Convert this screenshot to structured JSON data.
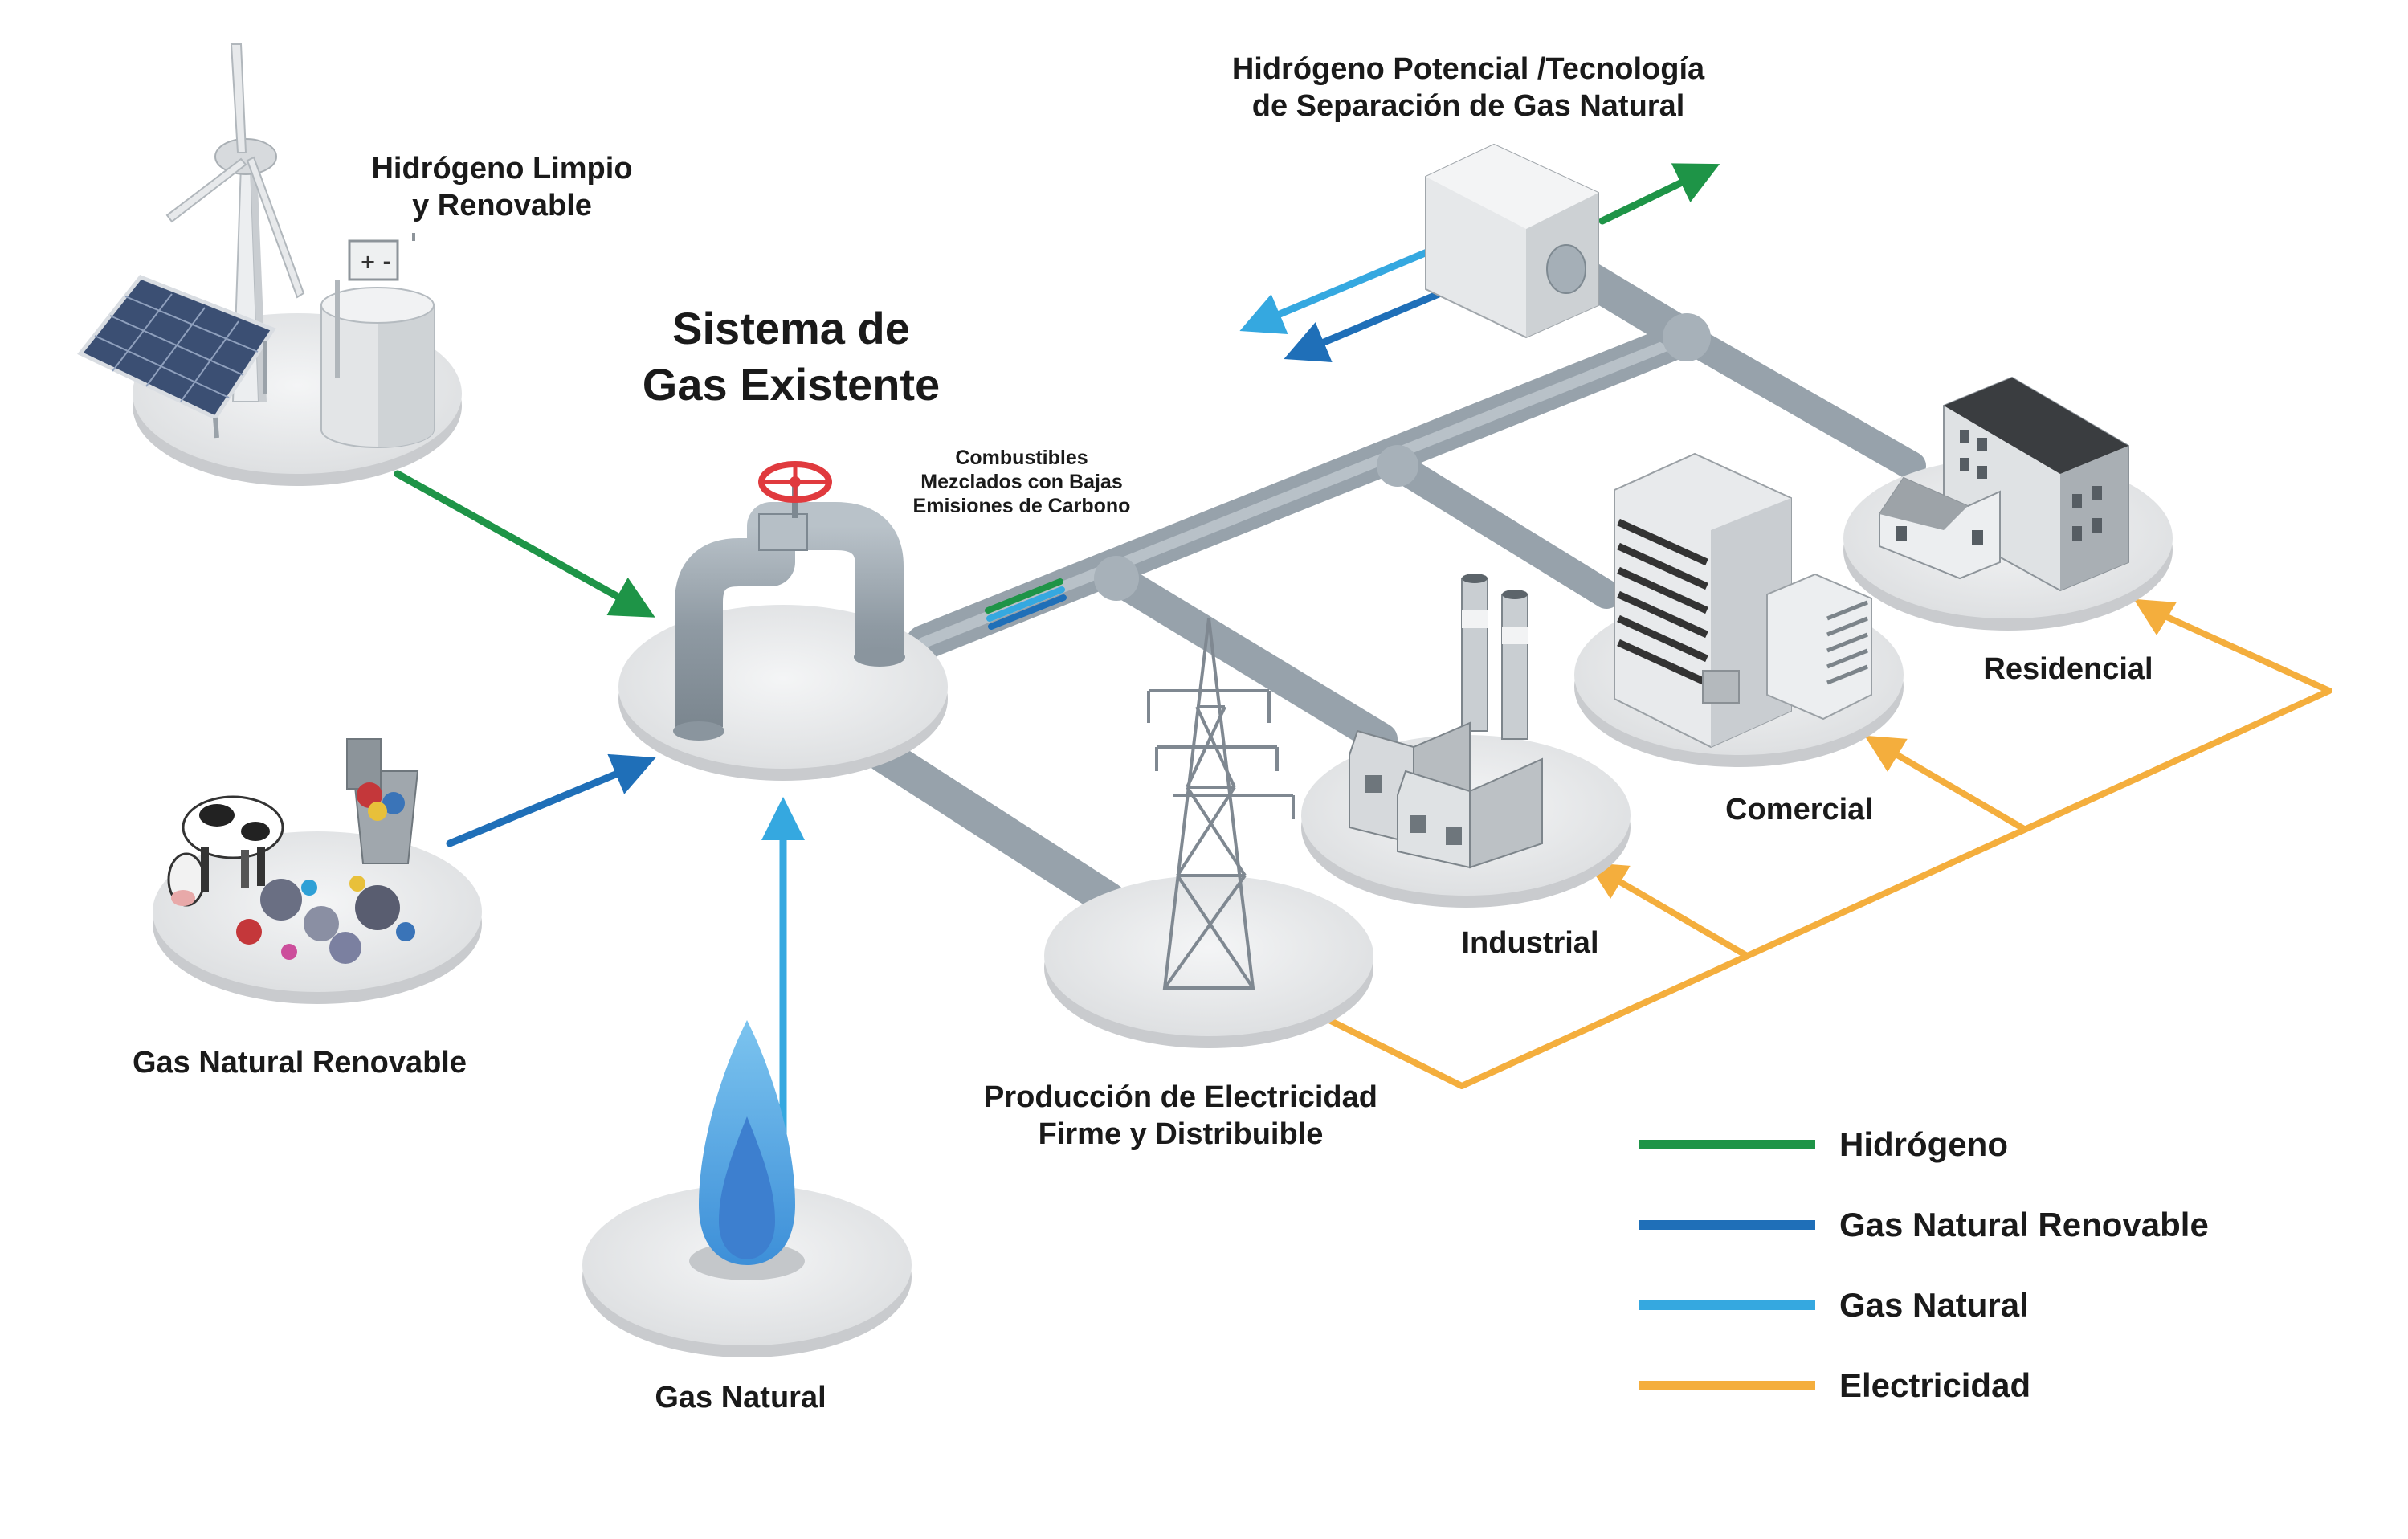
{
  "labels": {
    "hydrogen_clean_l1": "Hidrógeno Limpio",
    "hydrogen_clean_l2": "y Renovable",
    "hydrogen_potential_l1": "Hidrógeno Potencial /Tecnología",
    "hydrogen_potential_l2": "de Separación de Gas Natural",
    "system_l1": "Sistema de",
    "system_l2": "Gas Existente",
    "fuels_l1": "Combustibles",
    "fuels_l2": "Mezclados con Bajas",
    "fuels_l3": "Emisiones de Carbono",
    "renewable_gas": "Gas Natural Renovable",
    "natural_gas": "Gas Natural",
    "electricity_l1": "Producción de Electricidad",
    "electricity_l2": "Firme y Distribuible",
    "industrial": "Industrial",
    "commercial": "Comercial",
    "residential": "Residencial"
  },
  "legend": [
    {
      "label": "Hidrógeno",
      "color": "#1e9447"
    },
    {
      "label": "Gas Natural Renovable",
      "color": "#1f6fb8"
    },
    {
      "label": "Gas Natural",
      "color": "#35a8e0"
    },
    {
      "label": "Electricidad",
      "color": "#f4ae3d"
    }
  ],
  "colors": {
    "hydrogen": "#1e9447",
    "renewable_gas": "#1f6fb8",
    "natural_gas": "#35a8e0",
    "electricity": "#f4ae3d",
    "platform": "#e6e7e9",
    "pipe": "#9aa5ae",
    "valve": "#e03a3e"
  }
}
